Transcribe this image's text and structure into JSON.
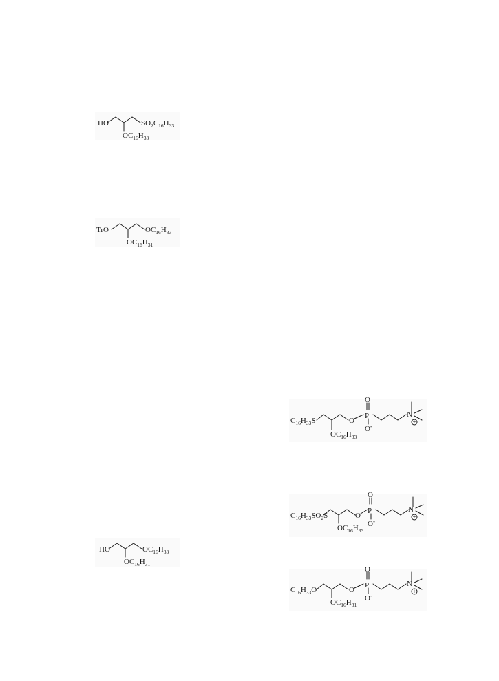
{
  "structures": [
    {
      "id": "s1",
      "left": {
        "pre": "HO",
        "sub": "",
        "post": ""
      },
      "right": {
        "pre": "SO",
        "sub1": "2",
        "mid": "C",
        "sub2": "16",
        "post": "H",
        "sub3": "33"
      },
      "bottom": {
        "pre": "OC",
        "sub1": "16",
        "mid": "H",
        "sub2": "33"
      }
    },
    {
      "id": "s2",
      "left": {
        "pre": "TrO"
      },
      "right": {
        "pre": "OC",
        "sub1": "16",
        "mid": "H",
        "sub2": "33"
      },
      "bottom": {
        "pre": "OC",
        "sub1": "16",
        "mid": "H",
        "sub2": "31"
      }
    },
    {
      "id": "s3",
      "left": {
        "pre": "HO"
      },
      "right": {
        "pre": "OC",
        "sub1": "16",
        "mid": "H",
        "sub2": "33"
      },
      "bottom": {
        "pre": "OC",
        "sub1": "16",
        "mid": "H",
        "sub2": "31"
      }
    },
    {
      "id": "s4",
      "left": {
        "pre": "C",
        "sub1": "16",
        "mid": "H",
        "sub2": "33",
        "post": "S"
      },
      "bottom": {
        "pre": "OC",
        "sub1": "16",
        "mid": "H",
        "sub2": "33"
      },
      "phosphate": {
        "o_top": "O",
        "p": "P",
        "o_link": "O",
        "o_minus": "O",
        "minus": "-"
      },
      "ammonium": {
        "n": "N",
        "plus": "+"
      }
    },
    {
      "id": "s5",
      "left": {
        "pre": "C",
        "sub1": "16",
        "mid": "H",
        "sub2": "33",
        "post": "SO",
        "sub3": "2",
        "end": "S"
      },
      "bottom": {
        "pre": "OC",
        "sub1": "16",
        "mid": "H",
        "sub2": "33"
      },
      "phosphate": {
        "o_top": "O",
        "p": "P",
        "o_link": "O",
        "o_minus": "O",
        "minus": "-"
      },
      "ammonium": {
        "n": "N",
        "plus": "+"
      }
    },
    {
      "id": "s6",
      "left": {
        "pre": "C",
        "sub1": "16",
        "mid": "H",
        "sub2": "33",
        "post": "O"
      },
      "bottom": {
        "pre": "OC",
        "sub1": "16",
        "mid": "H",
        "sub2": "31"
      },
      "phosphate": {
        "o_top": "O",
        "p": "P",
        "o_link": "O",
        "o_minus": "O",
        "minus": "-"
      },
      "ammonium": {
        "n": "N",
        "plus": "+"
      }
    }
  ]
}
